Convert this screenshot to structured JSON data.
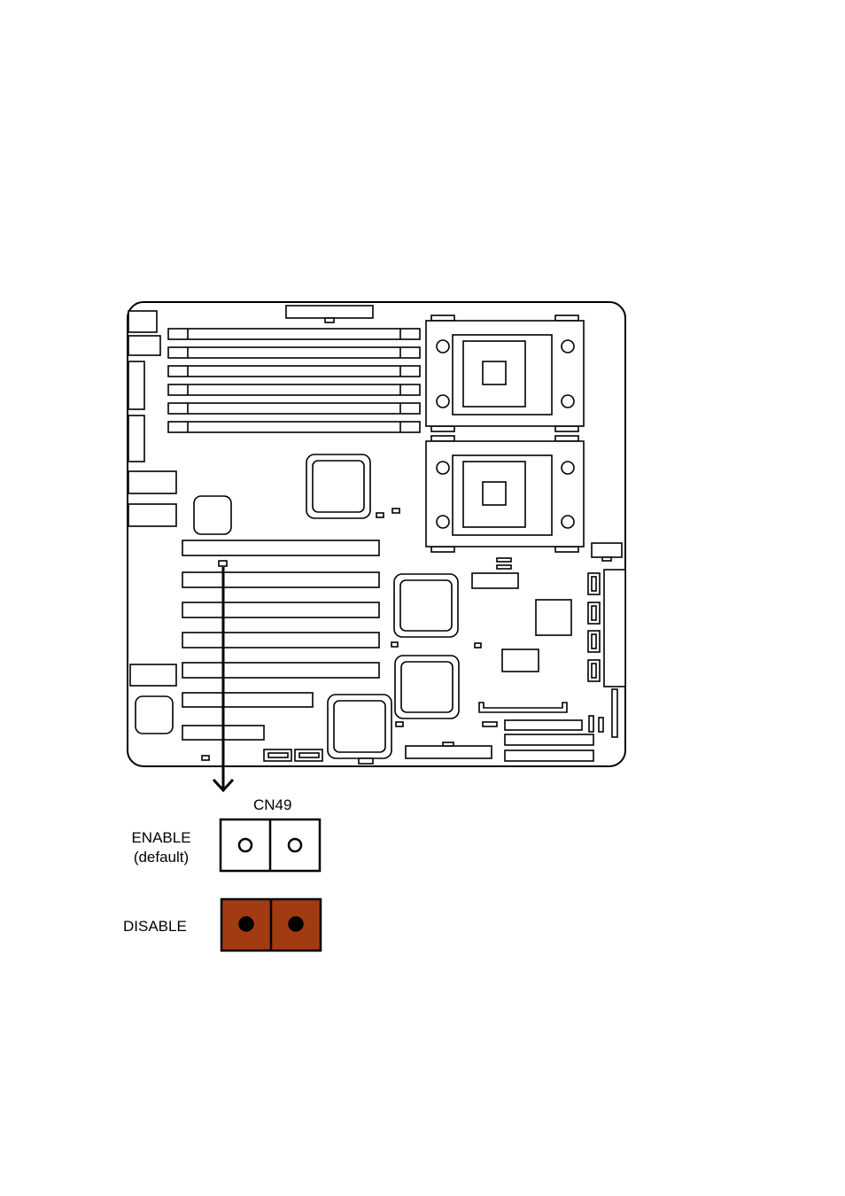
{
  "jumper": {
    "name": "CN49",
    "enable_label": "ENABLE",
    "enable_note": "(default)",
    "disable_label": "DISABLE"
  },
  "colors": {
    "jumper_cap": "#a23b12",
    "outline": "#000000",
    "board_fill": "#ffffff"
  },
  "icons": {
    "arrow": "arrow-down-icon"
  }
}
